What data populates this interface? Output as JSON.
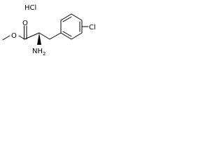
{
  "molecule": {
    "salt_label": "HCl",
    "atoms": {
      "carbonyl_oxygen": "O",
      "ester_oxygen": "O",
      "amino_group": "NH",
      "amino_subscript": "2",
      "chlorine": "Cl"
    },
    "colors": {
      "line": "#000000",
      "background": "#ffffff"
    }
  }
}
